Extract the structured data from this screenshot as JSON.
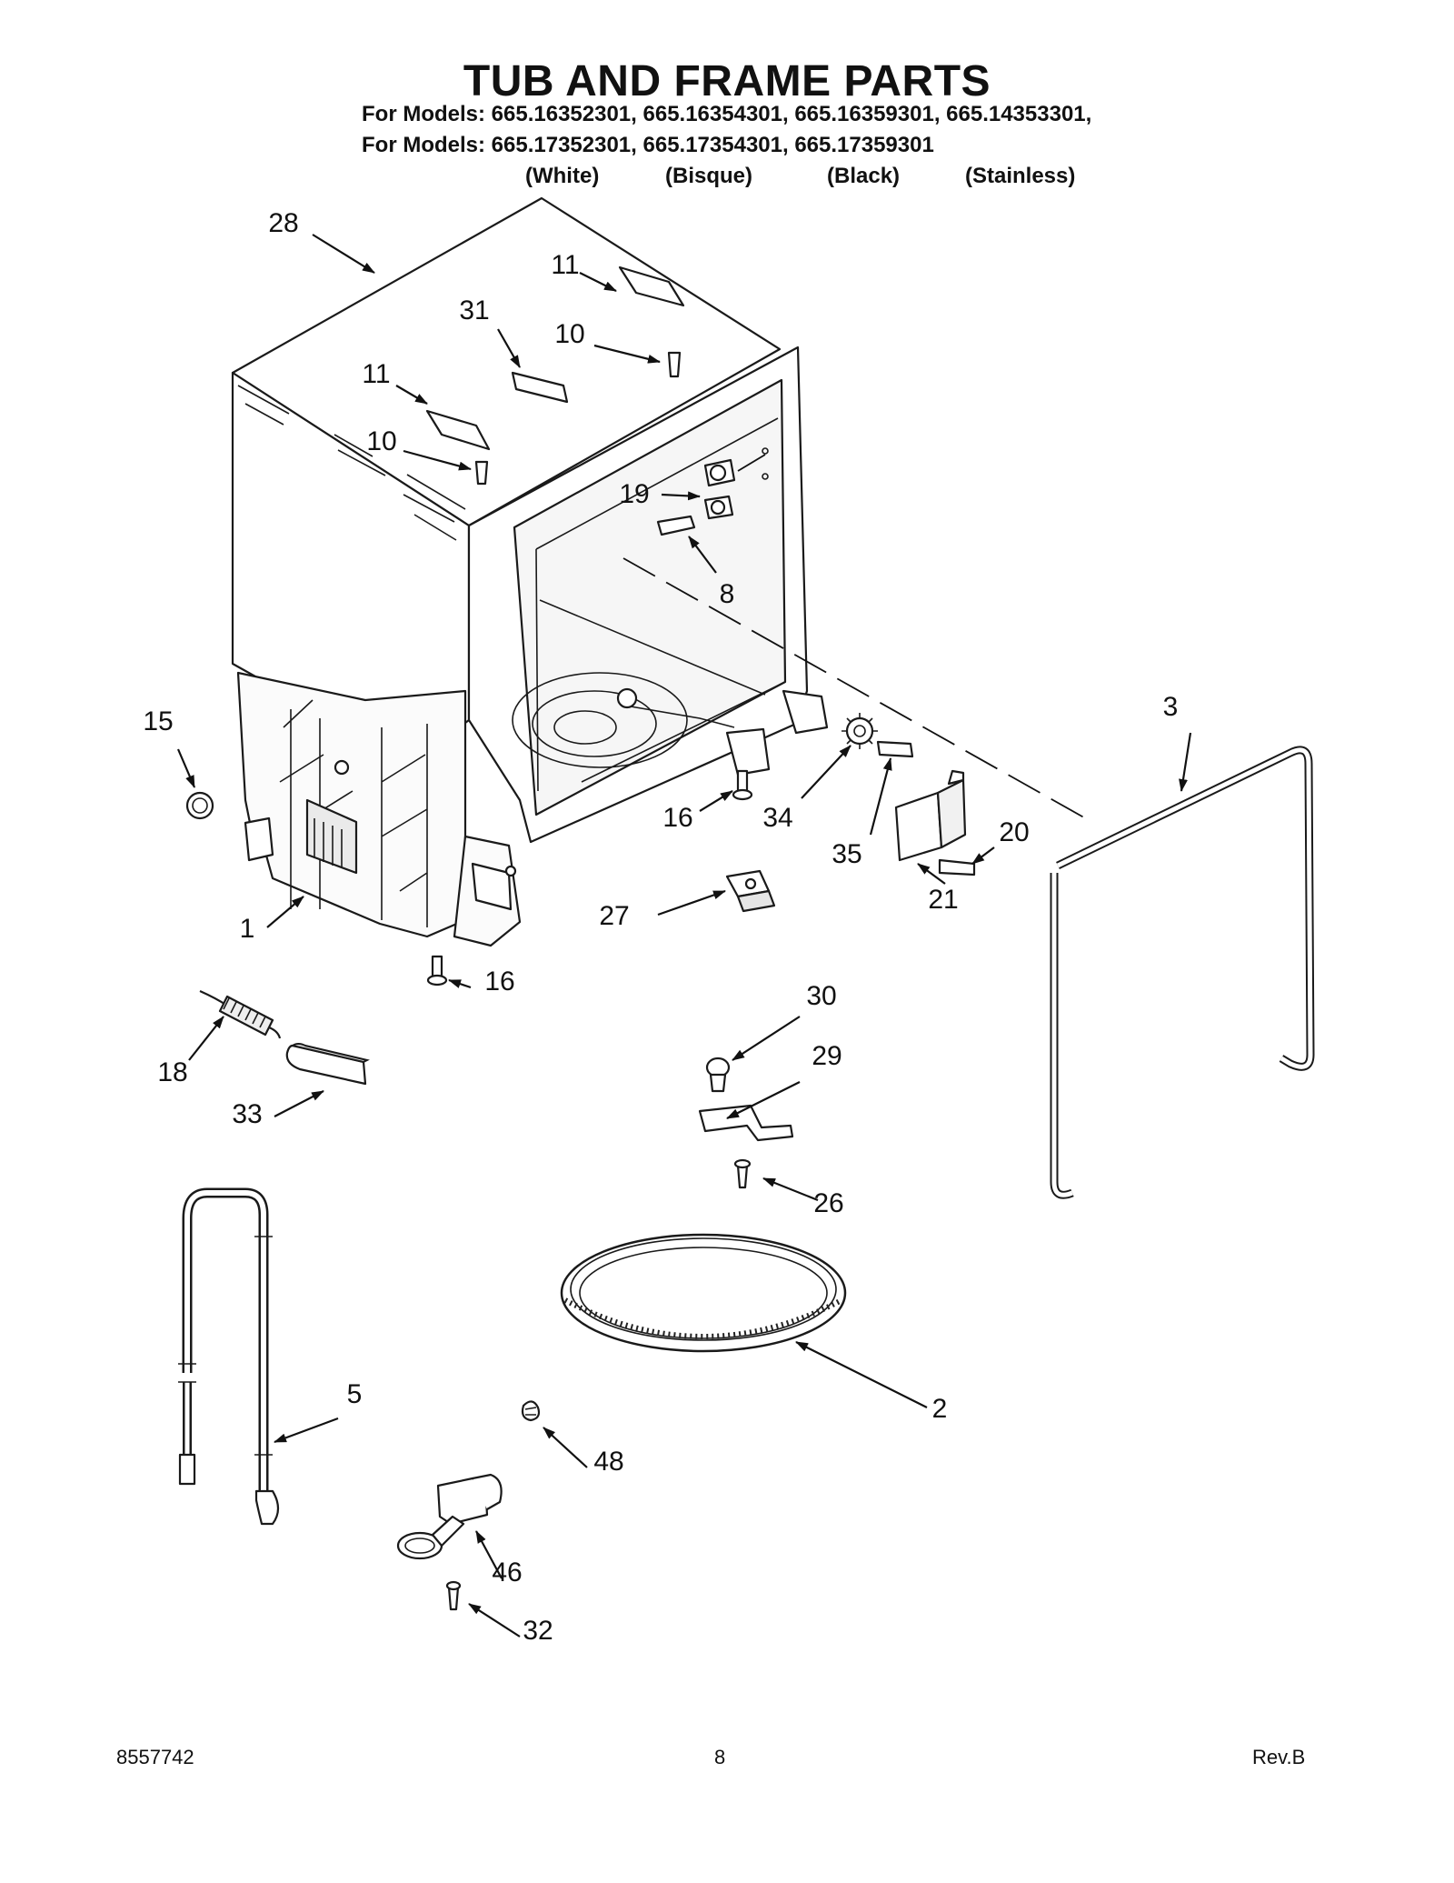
{
  "title": "TUB AND FRAME PARTS",
  "models_line_1": "For Models: 665.16352301, 665.16354301, 665.16359301, 665.14353301,",
  "models_line_2": "For Models: 665.17352301, 665.17354301, 665.17359301",
  "finishes": [
    "(White)",
    "(Bisque)",
    "(Black)",
    "(Stainless)"
  ],
  "callouts": [
    "28",
    "11",
    "31",
    "10",
    "11",
    "10",
    "19",
    "8",
    "15",
    "3",
    "16",
    "34",
    "20",
    "35",
    "1",
    "21",
    "27",
    "16",
    "30",
    "18",
    "29",
    "33",
    "26",
    "5",
    "2",
    "48",
    "46",
    "32"
  ],
  "footer": {
    "doc_number": "8557742",
    "page_number": "8",
    "revision": "Rev.B"
  }
}
